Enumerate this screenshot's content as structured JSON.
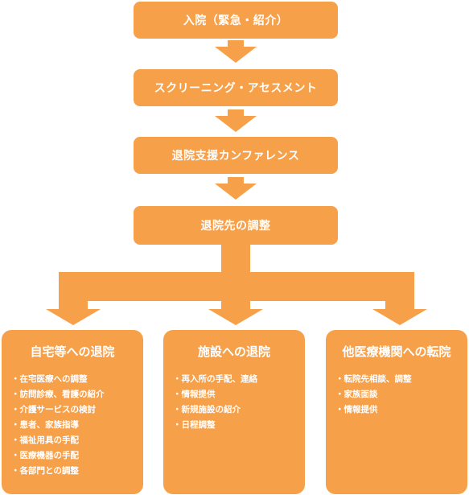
{
  "steps": [
    "入院（緊急・紹介）",
    "スクリーニング・アセスメント",
    "退院支援カンファレンス",
    "退院先の調整"
  ],
  "branches": [
    {
      "title": "自宅等への退院",
      "items": [
        "在宅医療への調整",
        "訪問診療、看護の紹介",
        "介護サービスの検討",
        "患者、家族指導",
        "福祉用具の手配",
        "医療機器の手配",
        "各部門との調整"
      ]
    },
    {
      "title": "施設への退院",
      "items": [
        "再入所の手配、連絡",
        "情報提供",
        "新規施設の紹介",
        "日程調整"
      ]
    },
    {
      "title": "他医療機関への転院",
      "items": [
        "転院先相談、調整",
        "家族面談",
        "情報提供"
      ]
    }
  ],
  "colors": {
    "accent": "#f7a04a",
    "text": "#ffffff"
  }
}
